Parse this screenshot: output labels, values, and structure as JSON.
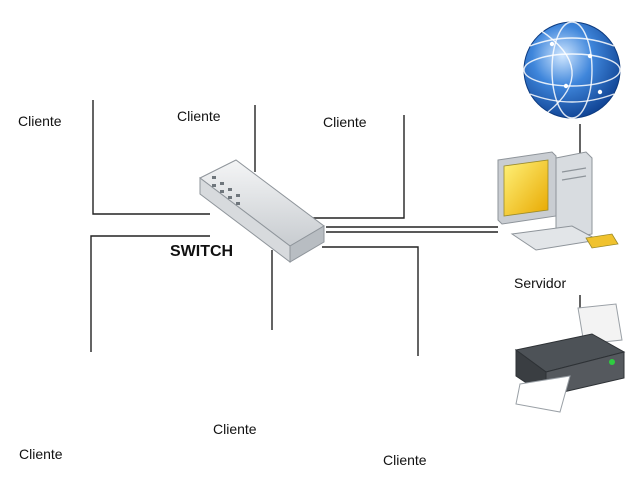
{
  "diagram": {
    "switch_label": "SWITCH",
    "server_label": "Servidor",
    "clients": [
      {
        "label": "Cliente"
      },
      {
        "label": "Cliente"
      },
      {
        "label": "Cliente"
      },
      {
        "label": "Cliente"
      },
      {
        "label": "Cliente"
      },
      {
        "label": "Cliente"
      }
    ],
    "icons": {
      "client": "desktop-computer-icon",
      "switch": "network-switch-icon",
      "server": "server-workstation-icon",
      "internet": "globe-icon",
      "printer": "printer-icon"
    },
    "colors": {
      "line": "#222222",
      "monitor_frame": "#c9cdd2",
      "screen": "#dfe7ee",
      "tower": "#e8dcc2",
      "server_screen": "#f3c200",
      "globe": "#2f6fc9"
    }
  }
}
